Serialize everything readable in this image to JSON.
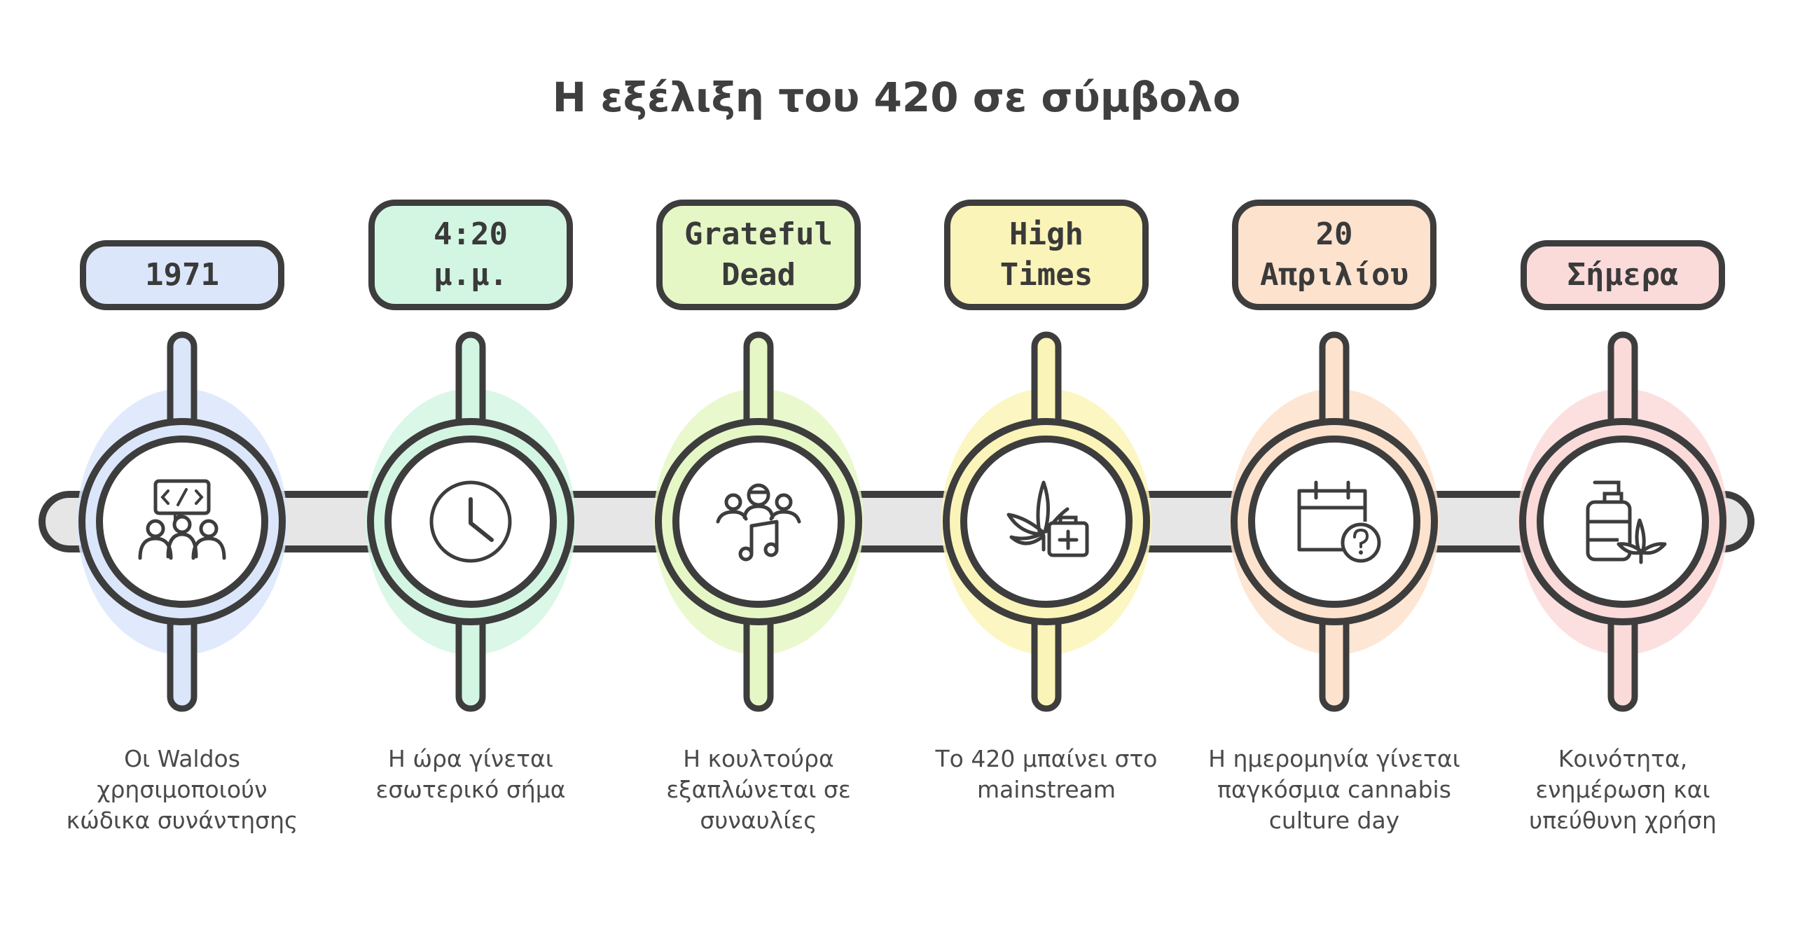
{
  "title": "Η εξέλιξη του 420 σε σύμβολο",
  "milestones": [
    {
      "label": "1971",
      "description": "Οι Waldos χρησιμοποιούν κώδικα συνάντησης",
      "color": "#dbe6fb",
      "icon": "coding-team-icon"
    },
    {
      "label": "4:20\nμ.μ.",
      "description": "Η ώρα γίνεται εσωτερικό σήμα",
      "color": "#d3f6e3",
      "icon": "clock-icon"
    },
    {
      "label": "Grateful\nDead",
      "description": "Η κουλτούρα εξαπλώνεται σε συναυλίες",
      "color": "#e6f7c6",
      "icon": "concert-crowd-music-icon"
    },
    {
      "label": "High\nTimes",
      "description": "Το 420 μπαίνει στο mainstream",
      "color": "#fbf4b8",
      "icon": "cannabis-medical-kit-icon"
    },
    {
      "label": "20\nΑπριλίου",
      "description": "Η ημερομηνία γίνεται παγκόσμια cannabis culture day",
      "color": "#fde2cd",
      "icon": "calendar-question-icon"
    },
    {
      "label": "Σήμερα",
      "description": "Κοινότητα, ενημέρωση και υπεύθυνη χρήση",
      "color": "#fbdada",
      "icon": "lotion-cannabis-icon"
    }
  ],
  "colors": {
    "ink": "#3d3d3d",
    "track": "#e6e6e6"
  }
}
